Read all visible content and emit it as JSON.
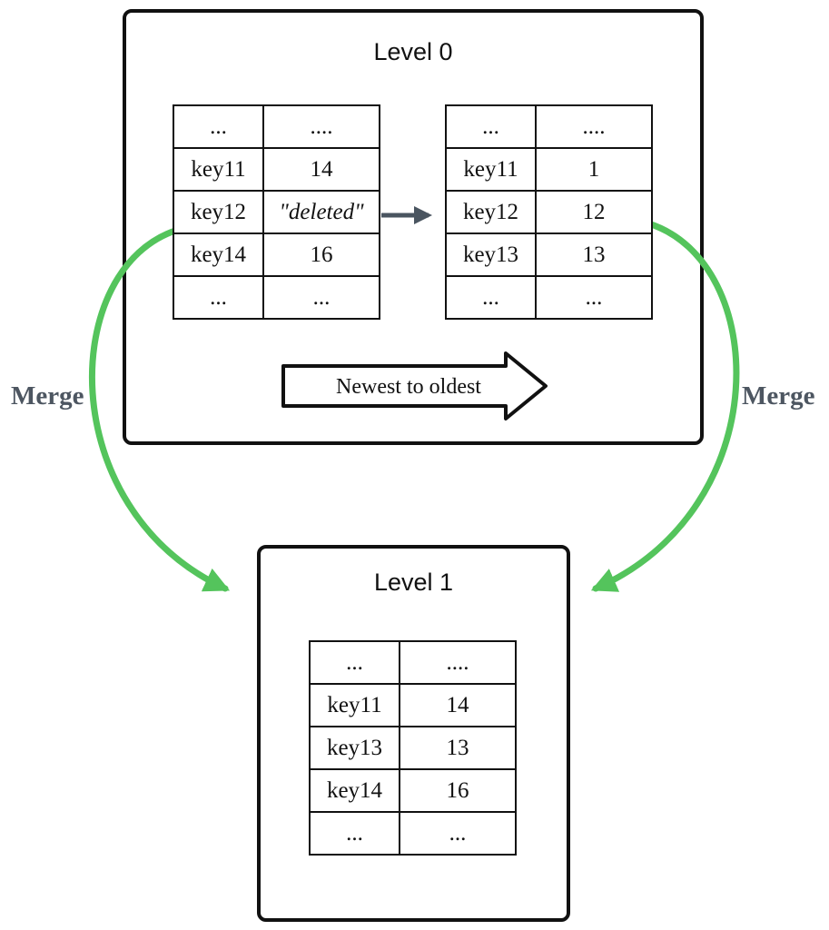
{
  "level0": {
    "title": "Level 0",
    "left_table": {
      "rows": [
        [
          "...",
          "...."
        ],
        [
          "key11",
          "14"
        ],
        [
          "key12",
          "\"deleted\""
        ],
        [
          "key14",
          "16"
        ],
        [
          "...",
          "..."
        ]
      ]
    },
    "right_table": {
      "rows": [
        [
          "...",
          "...."
        ],
        [
          "key11",
          "1"
        ],
        [
          "key12",
          "12"
        ],
        [
          "key13",
          "13"
        ],
        [
          "...",
          "..."
        ]
      ]
    },
    "flow_arrow_label": "Newest to oldest"
  },
  "level1": {
    "title": "Level 1",
    "table": {
      "rows": [
        [
          "...",
          "...."
        ],
        [
          "key11",
          "14"
        ],
        [
          "key13",
          "13"
        ],
        [
          "key14",
          "16"
        ],
        [
          "...",
          "..."
        ]
      ]
    }
  },
  "merge_labels": {
    "left": "Merge",
    "right": "Merge"
  },
  "colors": {
    "merge_arrow": "#54c45c",
    "dark_arrow": "#4a5560",
    "box_border": "#111111",
    "label_text": "#4d5661"
  }
}
